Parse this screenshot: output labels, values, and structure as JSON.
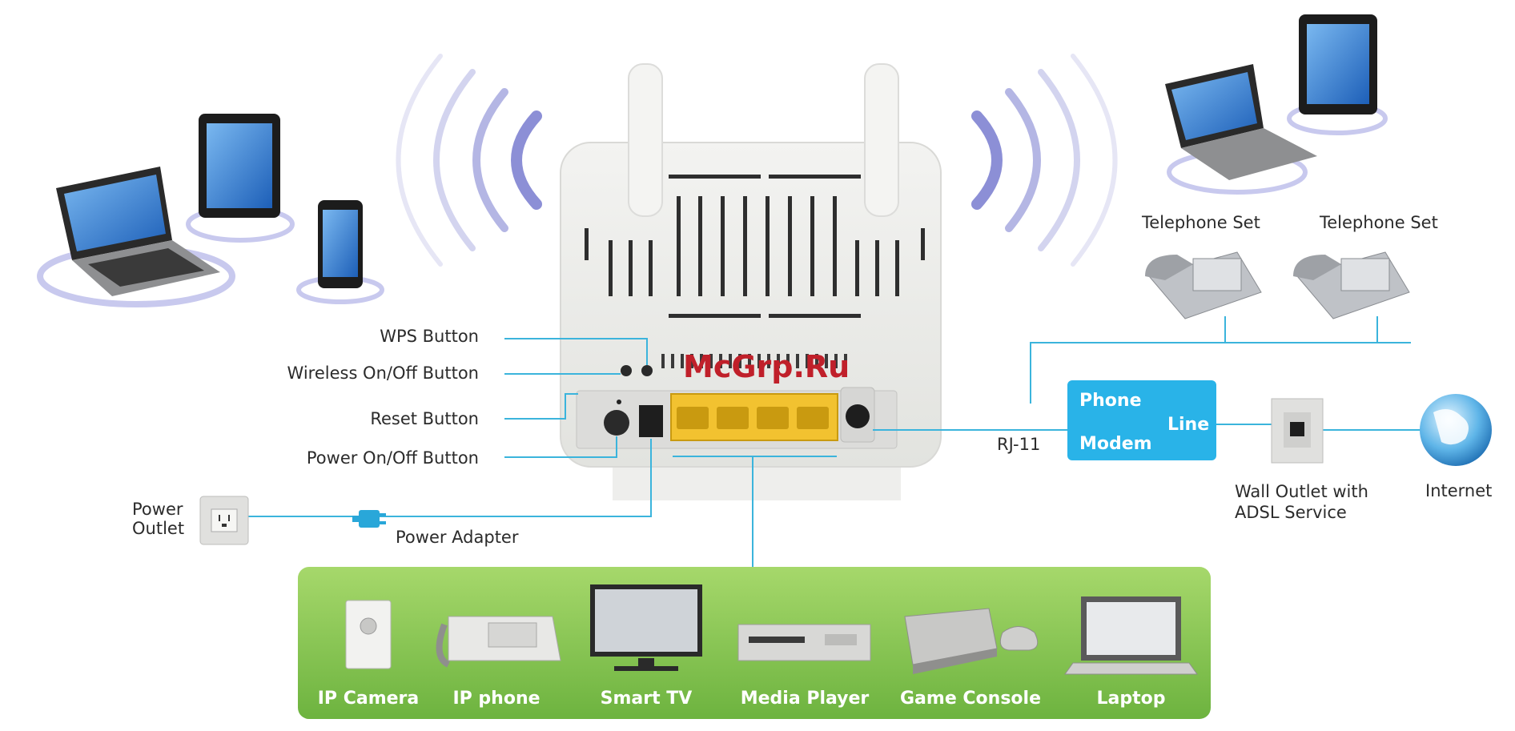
{
  "watermark": "McGrp.Ru",
  "router_labels": {
    "wps": "WPS Button",
    "wireless": "Wireless On/Off Button",
    "reset": "Reset Button",
    "power": "Power On/Off Button"
  },
  "power": {
    "outlet_line1": "Power",
    "outlet_line2": "Outlet",
    "adapter": "Power Adapter"
  },
  "phones": [
    "Telephone Set",
    "Telephone Set"
  ],
  "splitter": {
    "phone": "Phone",
    "modem": "Modem",
    "line": "Line"
  },
  "rj11": "RJ-11",
  "wall_outlet": {
    "line1": "Wall Outlet with",
    "line2": "ADSL Service"
  },
  "internet": "Internet",
  "lan_devices": [
    "IP Camera",
    "IP phone",
    "Smart TV",
    "Media Player",
    "Game Console",
    "Laptop"
  ],
  "colors": {
    "line": "#3bb4dc",
    "splitter": "#29b3e8",
    "lan_panel": "#7dc242",
    "port": "#f2c230",
    "wifi": "#8c8fd6"
  }
}
